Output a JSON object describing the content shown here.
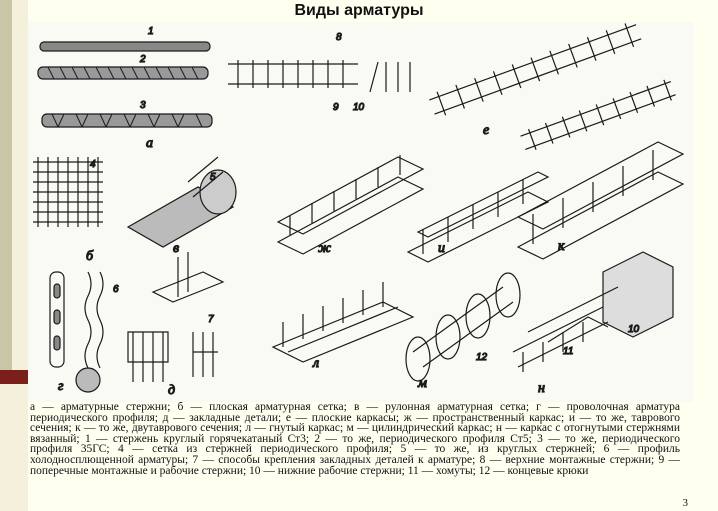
{
  "slide": {
    "title": "Виды арматуры",
    "page_number": "3"
  },
  "figure": {
    "labels": {
      "a": "а",
      "b": "б",
      "v": "в",
      "g": "г",
      "d": "д",
      "e": "е",
      "zh": "ж",
      "i": "и",
      "k": "к",
      "l": "л",
      "m": "м",
      "n": "н"
    },
    "numbers": {
      "n1": "1",
      "n2": "2",
      "n3": "3",
      "n4": "4",
      "n5": "5",
      "n6": "6",
      "n7": "7",
      "n8": "8",
      "n9": "9",
      "n10a": "10",
      "n10b": "10",
      "n11": "11",
      "n12": "12"
    }
  },
  "caption": {
    "text": "а — арматурные стержни; б — плоская арматурная сетка; в — рулонная арматурная сетка; г — проволочная арматура периодического профиля; д — закладные детали; е — плоские каркасы; ж — пространственный каркас; и — то же, таврового сечения; к — то же, двутаврового сечения; л — гнутый каркас; м — цилиндрический каркас; н — каркас с отогнутыми стержнями вязанный; 1 — стержень круглый горячекатаный Ст3; 2 — то же, периодического профиля Ст5; 3 — то же, периодического профиля 35ГС; 4 — сетка из стержней периодического профиля; 5 — то же, из круглых стержней; 6 — профиль холодносплющенной арматуры; 7 — способы крепления закладных деталей к арматуре; 8 — верхние монтажные стержни; 9 — поперечные монтажные и рабочие стержни; 10 — нижние рабочие стержни; 11 — хомуты; 12 — концевые крюки"
  }
}
